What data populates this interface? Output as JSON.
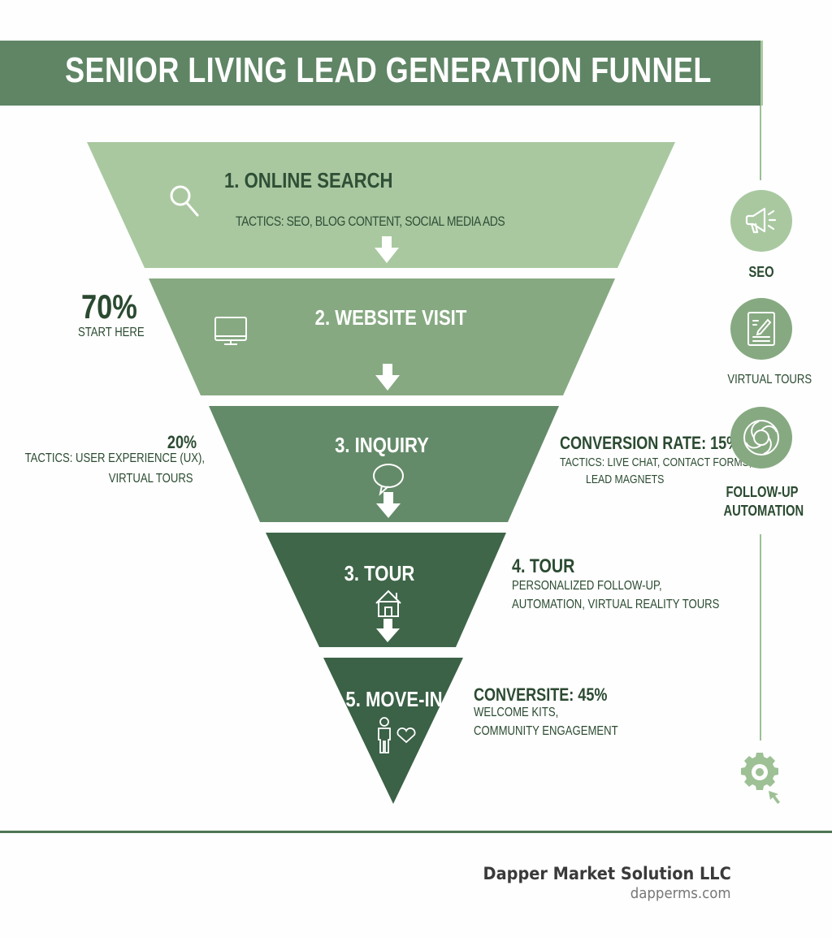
{
  "title": "SENIOR LIVING LEAD GENERATION FUNNEL",
  "colors": {
    "title_bar": "#5f8565",
    "stage1": "#a9c8a0",
    "stage2": "#86a981",
    "stage3": "#648b69",
    "stage4": "#3f6649",
    "stage5": "#3b6146",
    "dark_text": "#2b4a31",
    "rail": "#9dc095",
    "footer_line": "#4e7553"
  },
  "stages": [
    {
      "label": "1. ONLINE SEARCH",
      "tactics": "TACTICS: SEO, BLOG CONTENT, SOCIAL MEDIA ADS",
      "icon": "search-icon"
    },
    {
      "label": "2. WEBSITE VISIT",
      "icon": "monitor-icon"
    },
    {
      "label": "3. INQUIRY",
      "icon": "chat-bubble-icon"
    },
    {
      "label": "3. TOUR",
      "icon": "house-icon"
    },
    {
      "label": "5. MOVE-IN",
      "icon": "person-heart-icon"
    }
  ],
  "left_annotations": {
    "a1": {
      "value": "70%",
      "caption": "START HERE"
    },
    "a2": {
      "value": "20%",
      "line1": "TACTICS: USER EXPERIENCE (UX),",
      "line2": "VIRTUAL TOURS"
    }
  },
  "right_annotations": {
    "inquiry": {
      "heading": "CONVERSION RATE: 15%",
      "line1": "TACTICS: LIVE CHAT, CONTACT FORMS,",
      "line2": "LEAD MAGNETS"
    },
    "tour": {
      "heading": "4. TOUR",
      "line1": "PERSONALIZED FOLLOW-UP,",
      "line2": "AUTOMATION, VIRTUAL REALITY TOURS"
    },
    "movein": {
      "heading": "CONVERSITE: 45%",
      "line1": "WELCOME KITS,",
      "line2": "COMMUNITY ENGAGEMENT"
    }
  },
  "rail": [
    {
      "label": "SEO",
      "icon": "megaphone-icon"
    },
    {
      "label": "VIRTUAL TOURS",
      "icon": "document-pencil-icon"
    },
    {
      "label1": "FOLLOW-UP",
      "label2": "AUTOMATION",
      "icon": "aperture-icon"
    }
  ],
  "rail_end_icon": "gear-cursor-icon",
  "footer": {
    "company": "Dapper Market Solution LLC",
    "website": "dapperms.com"
  }
}
